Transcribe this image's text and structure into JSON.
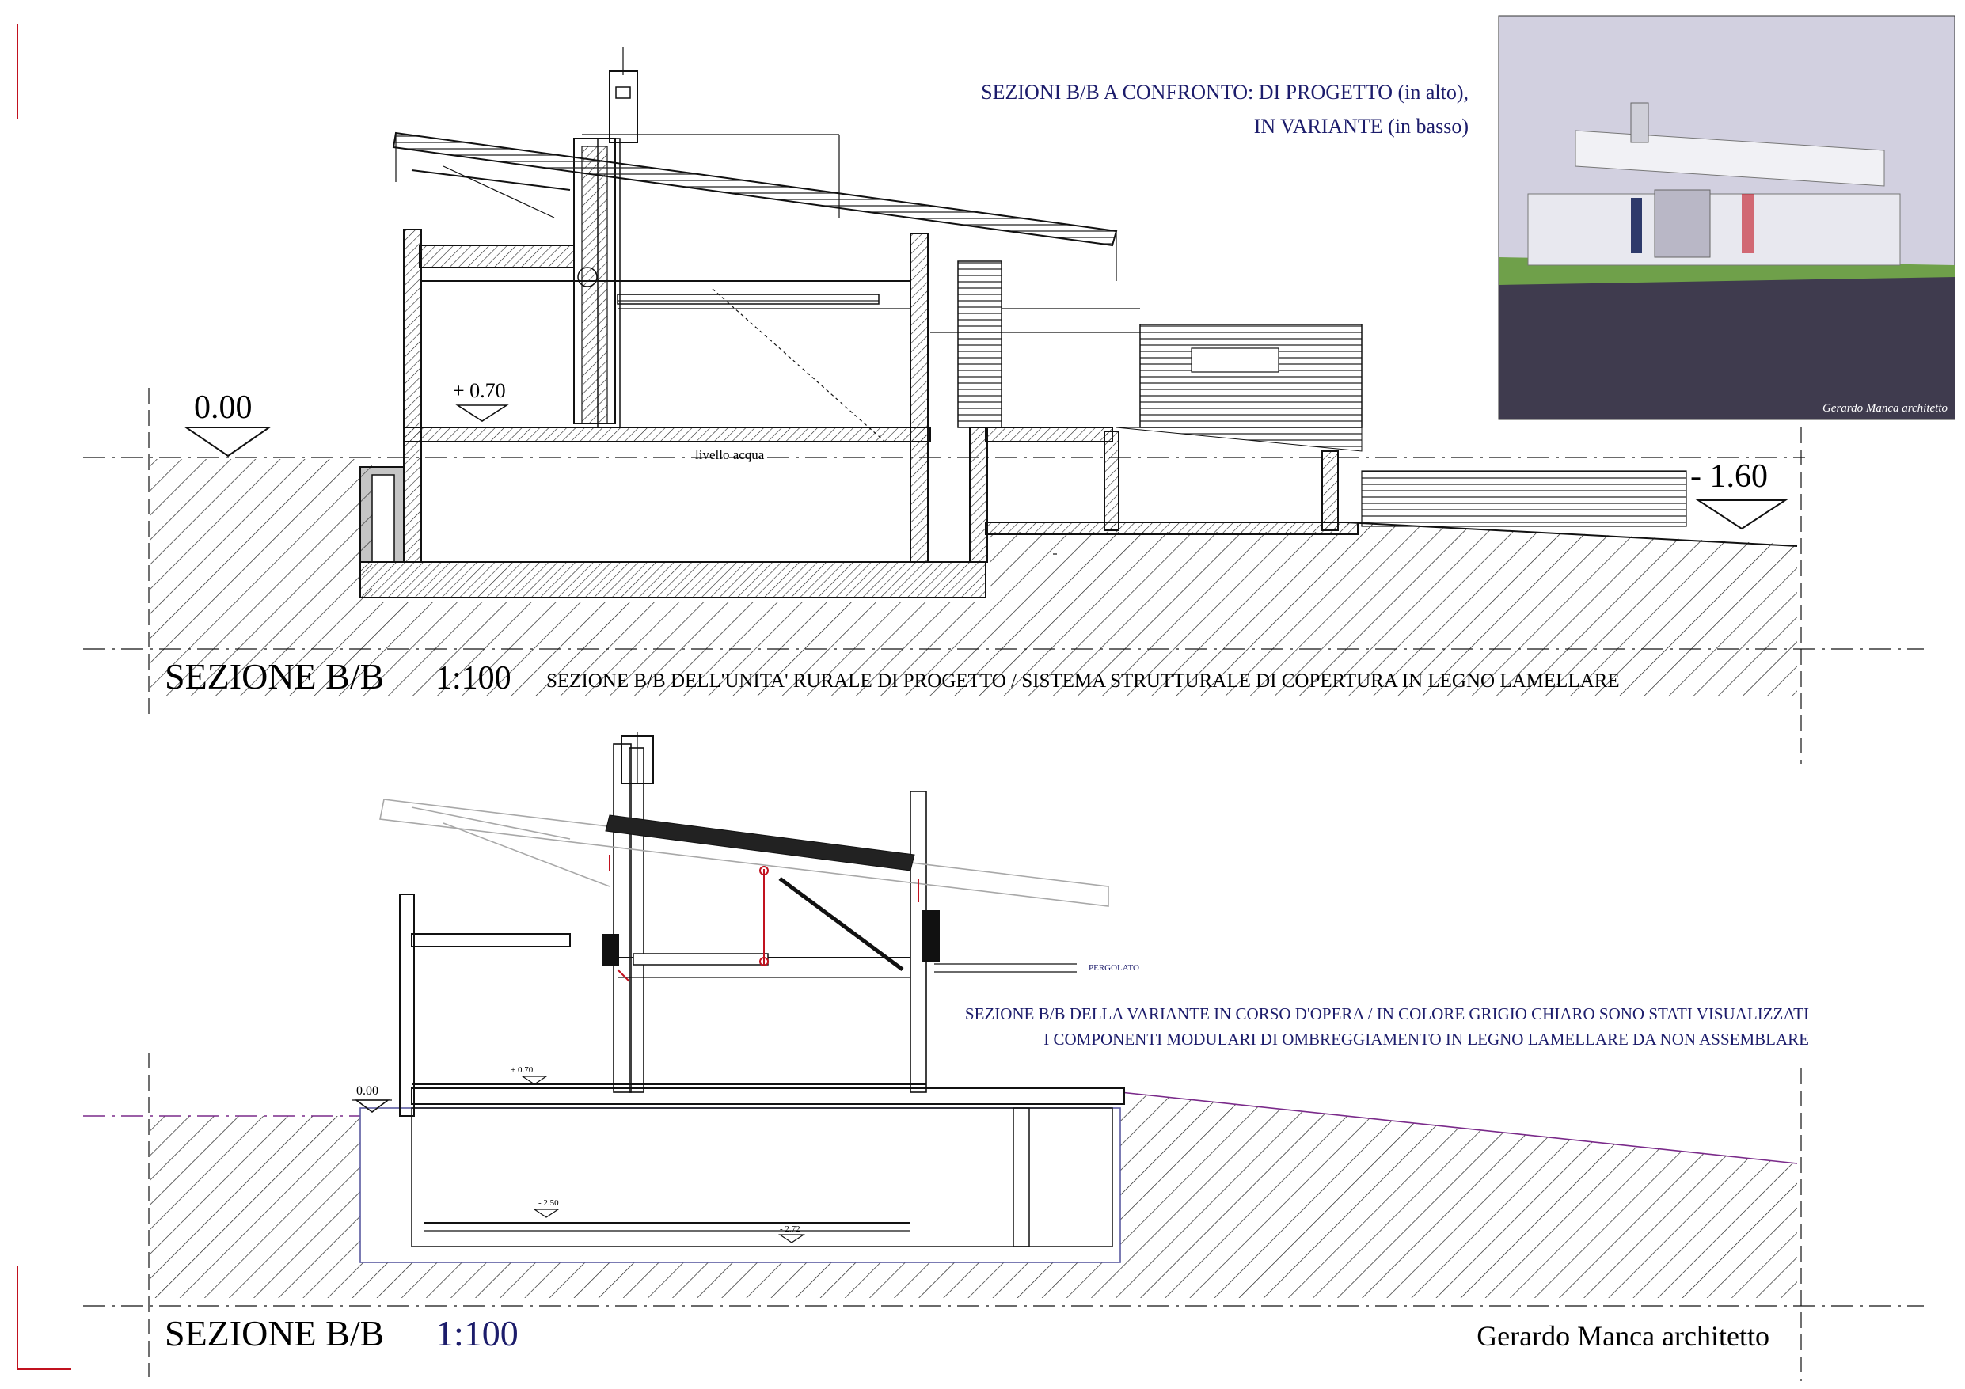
{
  "top_section": {
    "title": "SEZIONE B/B",
    "scale": "1:100",
    "subtitle": "SEZIONE B/B DELL'UNITA' RURALE DI PROGETTO / SISTEMA STRUTTURALE  DI COPERTURA IN LEGNO LAMELLARE",
    "level_zero": "0.00",
    "level_plus": "+ 0.70",
    "level_minus": "- 1.60",
    "water_label": "livello acqua"
  },
  "comparison_note": {
    "line1": "SEZIONI B/B A CONFRONTO: DI PROGETTO (in alto),",
    "line2": "IN VARIANTE (in basso)"
  },
  "render": {
    "credit": "Gerardo Manca architetto"
  },
  "bottom_section": {
    "title": "SEZIONE B/B",
    "scale": "1:100",
    "level_zero": "0.00",
    "level_plus": "+ 0.70",
    "level_minus": "- 2.50",
    "level_foot": "- 2.72",
    "pergolato_label": "PERGOLATO",
    "note_line1": "SEZIONE B/B DELLA VARIANTE IN CORSO D'OPERA / IN COLORE GRIGIO CHIARO SONO STATI VISUALIZZATI",
    "note_line2": "I COMPONENTI MODULARI  DI OMBREGGIAMENTO IN LEGNO LAMELLARE DA NON ASSEMBLARE"
  },
  "signature": "Gerardo Manca architetto",
  "colors": {
    "navy_text": "#1c1c6b",
    "red_detail": "#c1121f",
    "grey_module": "#a8a8a8",
    "render_sky": "#d2d0e0",
    "render_ground": "#3f3b4e",
    "render_grass": "#6fa04a"
  }
}
